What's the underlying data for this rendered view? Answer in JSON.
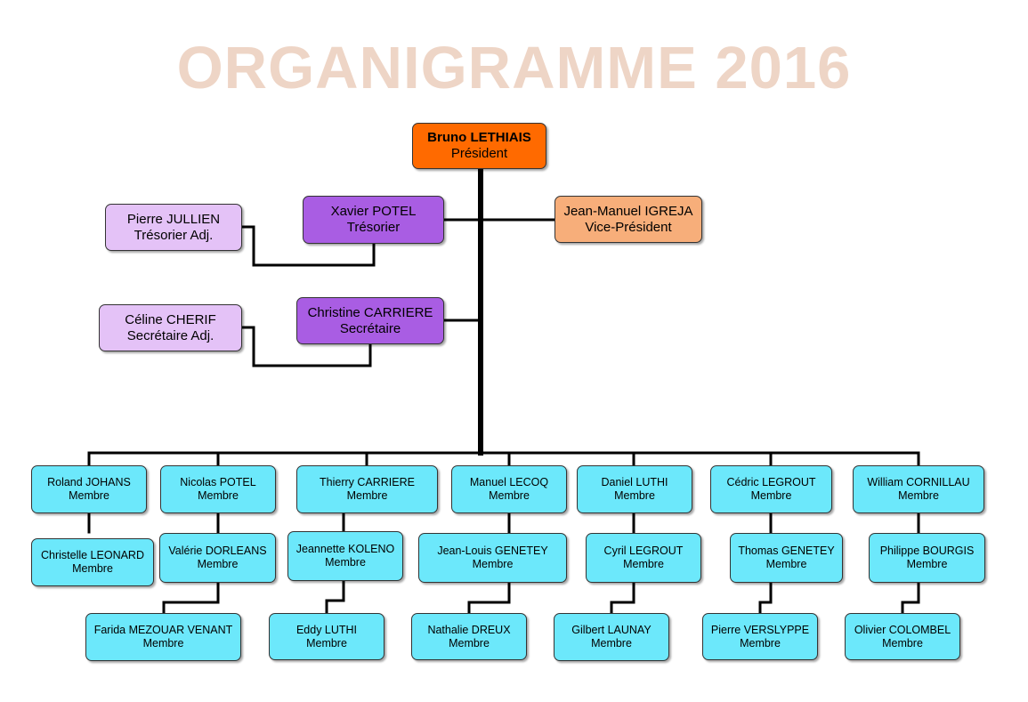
{
  "title": "ORGANIGRAMME 2016",
  "colors": {
    "title": "#eed5c6",
    "president": "#ff6a00",
    "vice": "#f7ae7a",
    "officer": "#a95de3",
    "deputy": "#e4c2f7",
    "member": "#6ce8fb"
  },
  "president": {
    "name": "Bruno LETHIAIS",
    "role": "Président"
  },
  "vice_president": {
    "name": "Jean-Manuel IGREJA",
    "role": "Vice-Président"
  },
  "treasurer": {
    "name": "Xavier POTEL",
    "role": "Trésorier"
  },
  "treasurer_deputy": {
    "name": "Pierre JULLIEN",
    "role": "Trésorier Adj."
  },
  "secretary": {
    "name": "Christine CARRIERE",
    "role": "Secrétaire"
  },
  "secretary_deputy": {
    "name": "Céline CHERIF",
    "role": "Secrétaire Adj."
  },
  "members": [
    {
      "name": "Roland JOHANS",
      "role": "Membre"
    },
    {
      "name": "Christelle LEONARD",
      "role": "Membre"
    },
    {
      "name": "Nicolas POTEL",
      "role": "Membre"
    },
    {
      "name": "Valérie DORLEANS",
      "role": "Membre"
    },
    {
      "name": "Farida MEZOUAR VENANT",
      "role": "Membre"
    },
    {
      "name": "Thierry CARRIERE",
      "role": "Membre"
    },
    {
      "name": "Jeannette KOLENO",
      "role": "Membre"
    },
    {
      "name": "Eddy LUTHI",
      "role": "Membre"
    },
    {
      "name": "Manuel LECOQ",
      "role": "Membre"
    },
    {
      "name": "Jean-Louis GENETEY",
      "role": "Membre"
    },
    {
      "name": "Nathalie DREUX",
      "role": "Membre"
    },
    {
      "name": "Daniel LUTHI",
      "role": "Membre"
    },
    {
      "name": "Cyril LEGROUT",
      "role": "Membre"
    },
    {
      "name": "Gilbert LAUNAY",
      "role": "Membre"
    },
    {
      "name": "Cédric LEGROUT",
      "role": "Membre"
    },
    {
      "name": "Thomas GENETEY",
      "role": "Membre"
    },
    {
      "name": "Pierre VERSLYPPE",
      "role": "Membre"
    },
    {
      "name": "William CORNILLAU",
      "role": "Membre"
    },
    {
      "name": "Philippe BOURGIS",
      "role": "Membre"
    },
    {
      "name": "Olivier COLOMBEL",
      "role": "Membre"
    }
  ]
}
